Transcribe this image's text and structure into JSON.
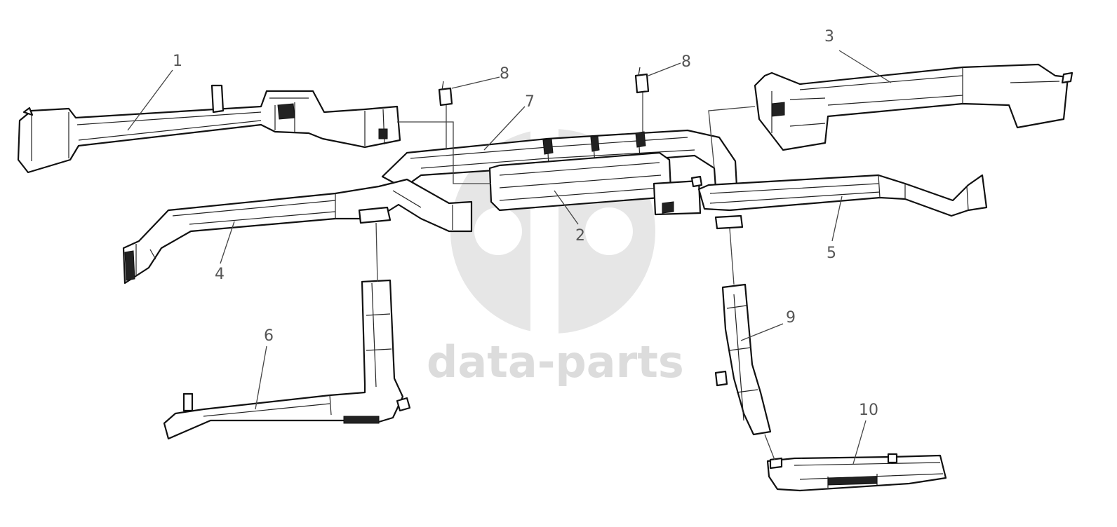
{
  "watermark": {
    "text": "data-parts",
    "logo": "dp-logo",
    "color": "#dcdcdc"
  },
  "callouts": {
    "c1": "1",
    "c2": "2",
    "c3": "3",
    "c4": "4",
    "c5": "5",
    "c6": "6",
    "c7": "7",
    "c8a": "8",
    "c8b": "8",
    "c9": "9",
    "c10": "10"
  },
  "colors": {
    "line": "#111111",
    "callout_text": "#555555"
  }
}
